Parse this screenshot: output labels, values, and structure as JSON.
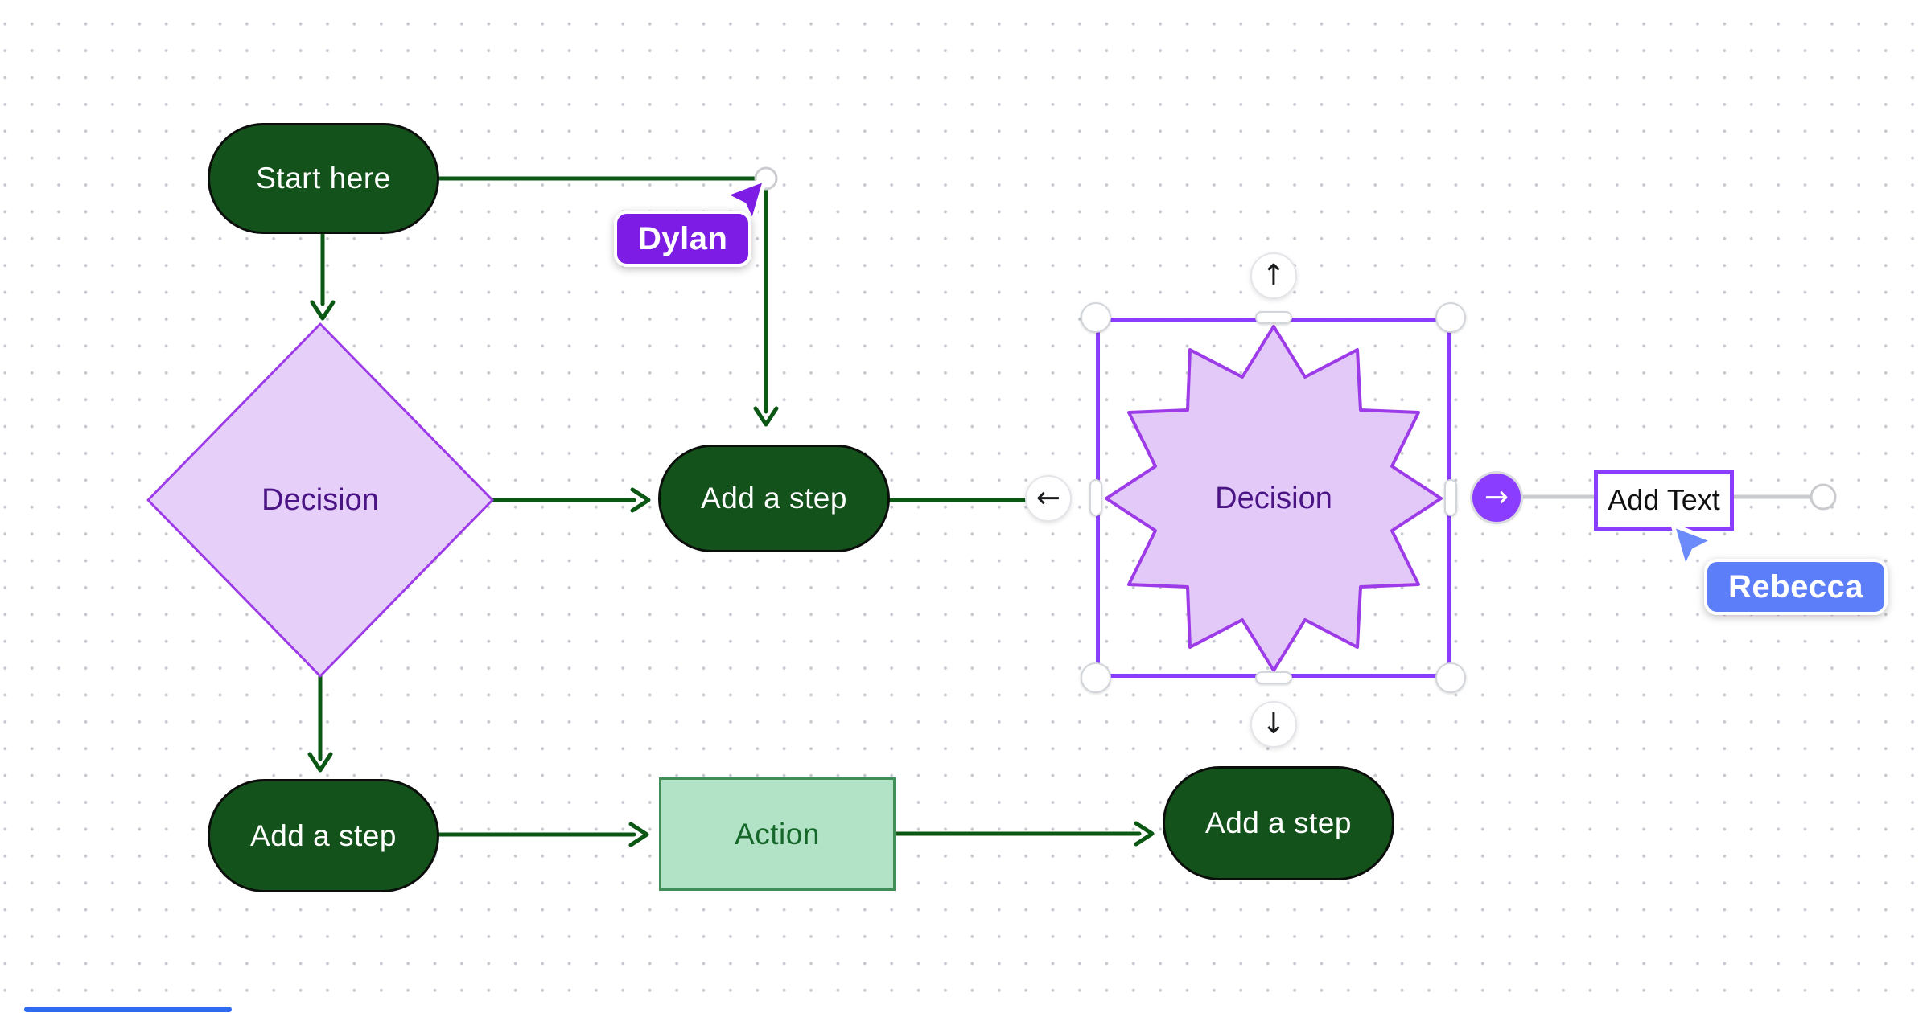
{
  "canvas": {
    "background": "#ffffff",
    "dot_color": "#c6cad0",
    "accent_purple": "#8b3dff",
    "connector_green": "#0b5714",
    "shape_fill_purple": "#e6cff9",
    "shape_stroke_purple": "#9d3be8",
    "pill_fill_green": "#14521b",
    "action_fill_green": "#b2e3c6"
  },
  "flowchart": {
    "start_node": {
      "label": "Start here"
    },
    "decision_diamond_node": {
      "label": "Decision"
    },
    "mid_step_node": {
      "label": "Add a step"
    },
    "star_decision_node": {
      "label": "Decision"
    },
    "bottom_left_step_node": {
      "label": "Add a step"
    },
    "action_node": {
      "label": "Action"
    },
    "bottom_right_step_node": {
      "label": "Add a step"
    },
    "text_node": {
      "label": "Add Text"
    }
  },
  "selection_controls": {
    "up_icon": "↑",
    "down_icon": "↓",
    "left_icon": "←",
    "right_icon": "→"
  },
  "collaborators": [
    {
      "name": "Dylan",
      "color": "#7d1ce4"
    },
    {
      "name": "Rebecca",
      "color": "#5c7ef8"
    }
  ]
}
